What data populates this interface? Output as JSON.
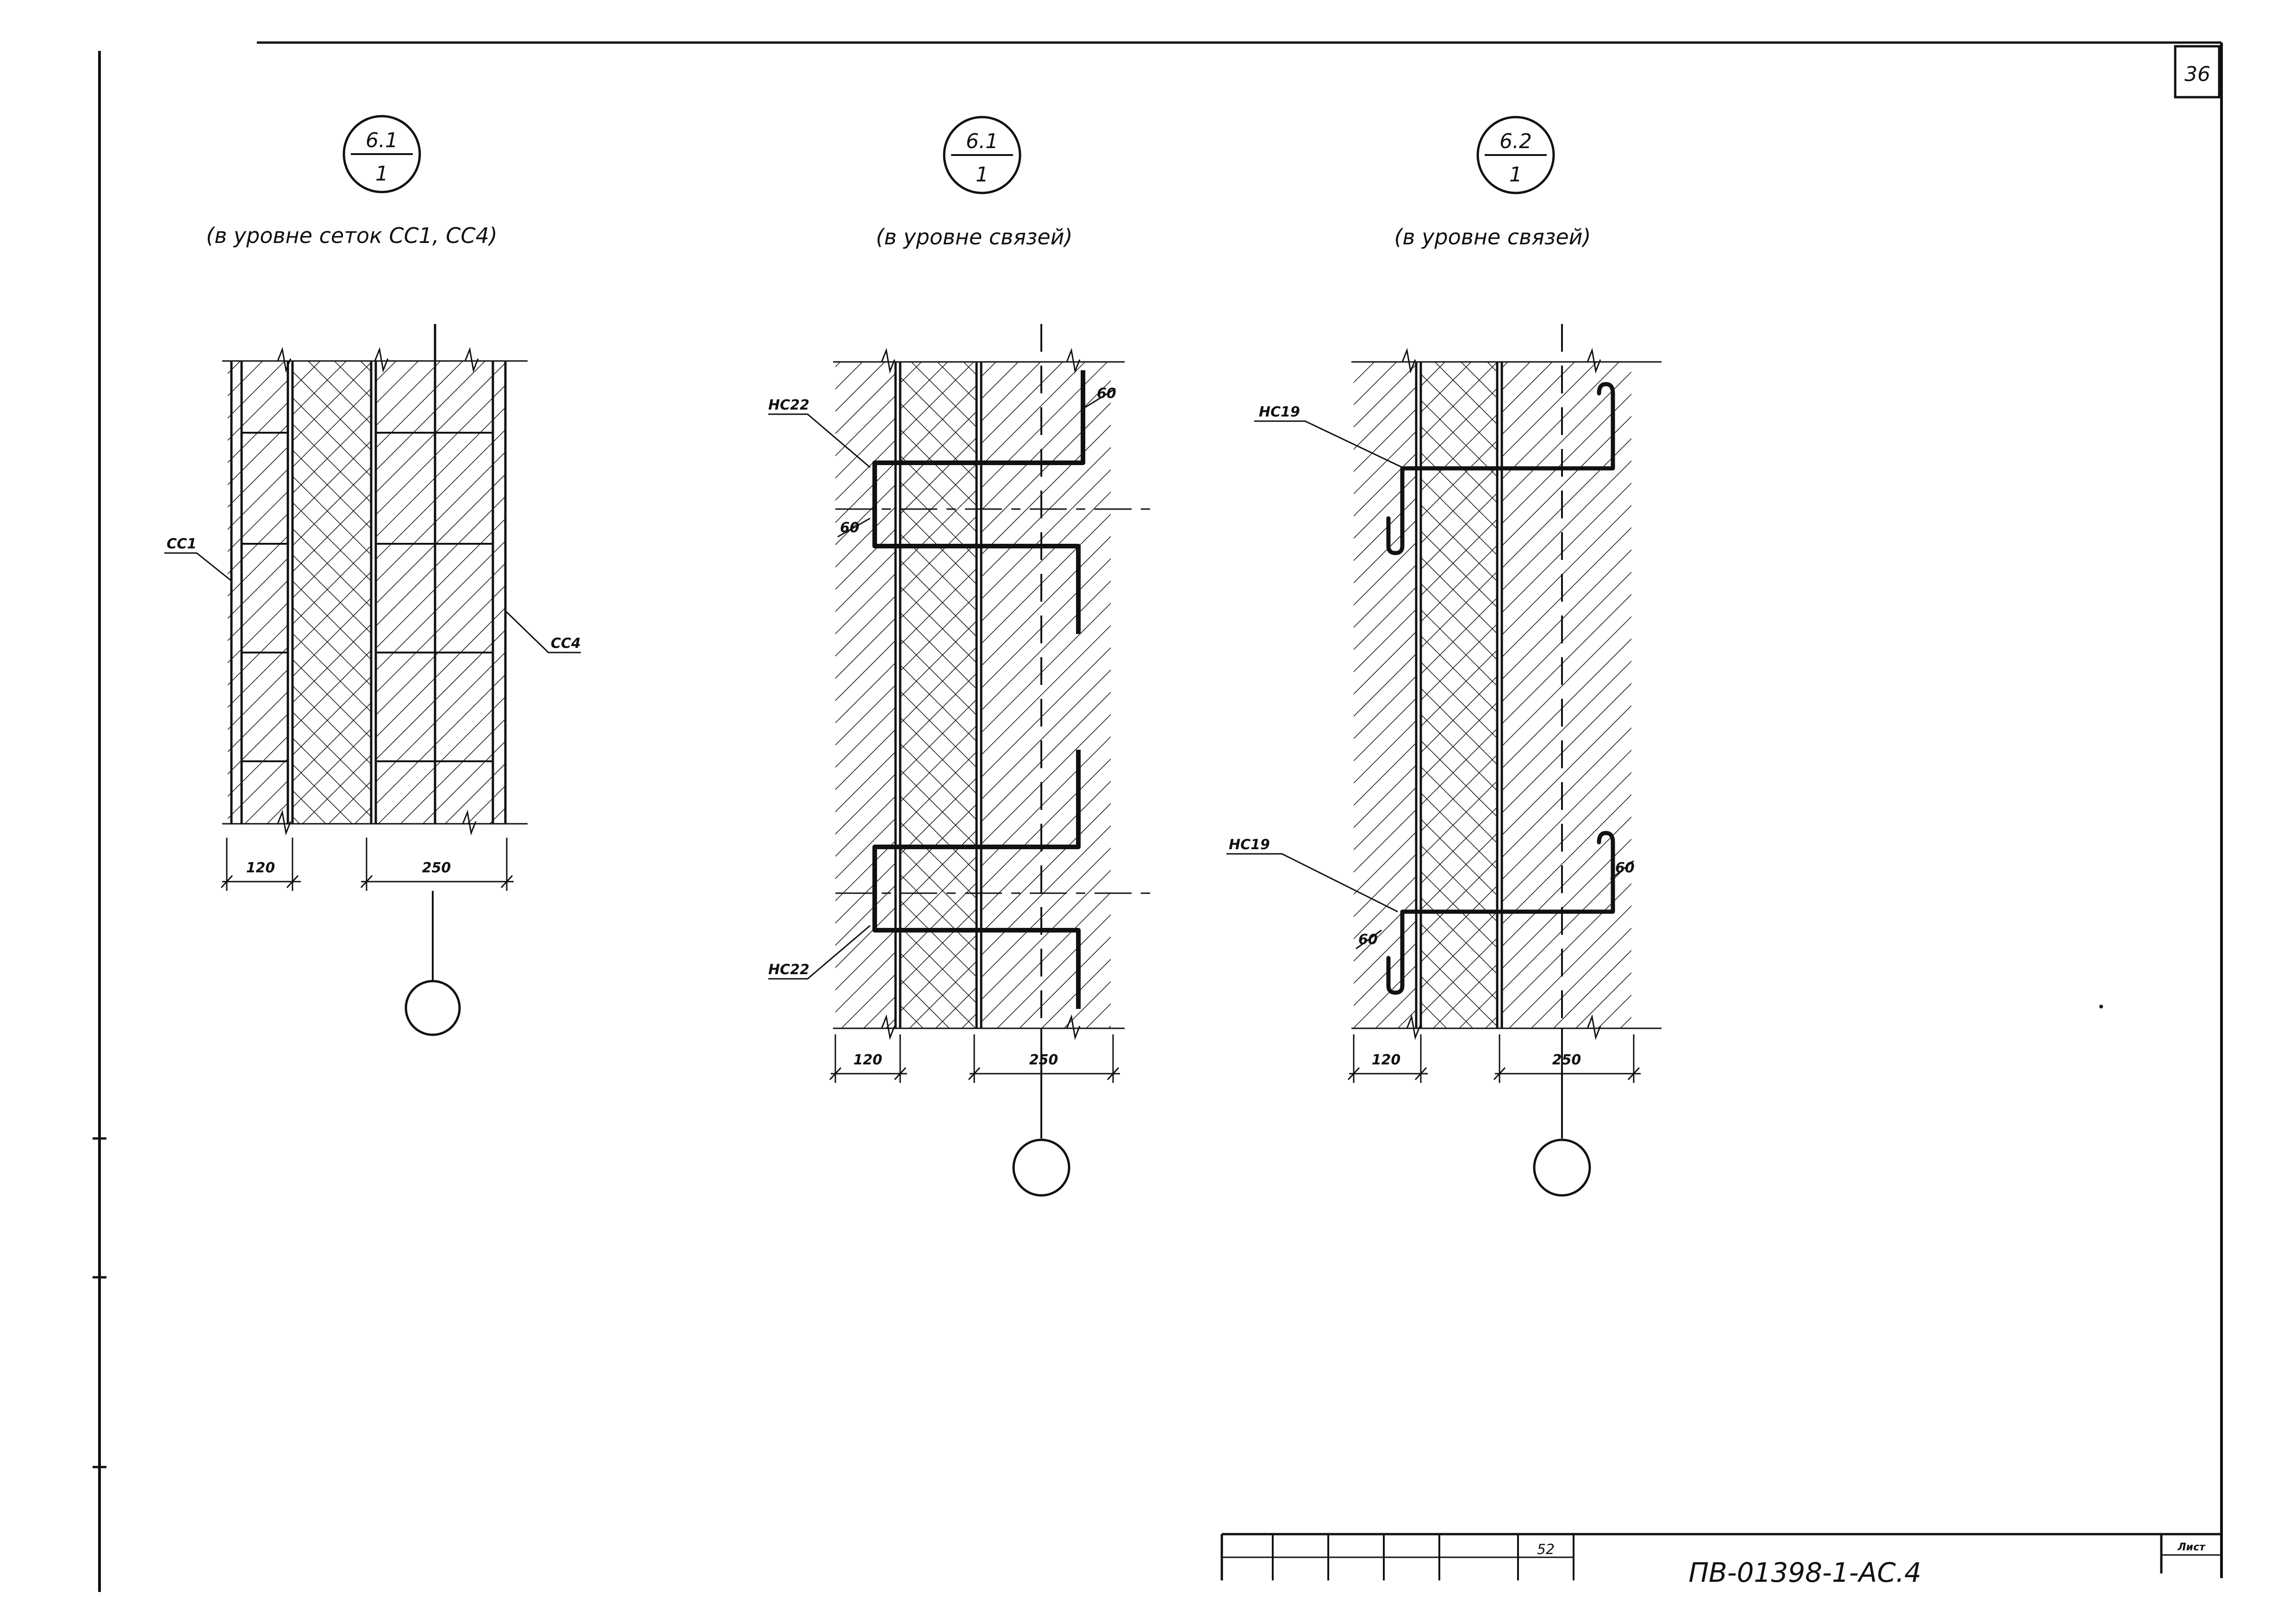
{
  "sheet": {
    "number": "36",
    "document_code": "ПВ-01398-1-АС.4",
    "sheet_label": "Лист",
    "small_mark": "52"
  },
  "details": [
    {
      "mark_top": "6.1",
      "mark_bottom": "1",
      "caption": "(в уровне сеток СС1, СС4)",
      "label_left": "СС1",
      "label_right": "СС4",
      "dim_left": "120",
      "dim_right": "250"
    },
    {
      "mark_top": "6.1",
      "mark_bottom": "1",
      "caption": "(в уровне связей)",
      "label_top": "НС22",
      "label_bottom": "НС22",
      "dim_hook_top": "60",
      "dim_hook_left": "60",
      "dim_left": "120",
      "dim_right": "250"
    },
    {
      "mark_top": "6.2",
      "mark_bottom": "1",
      "caption": "(в уровне связей)",
      "label_top": "НС19",
      "label_bottom": "НС19",
      "dim_hook_right": "60",
      "dim_hook_left": "60",
      "dim_left": "120",
      "dim_right": "250"
    }
  ],
  "colors": {
    "ink": "#111111",
    "paper": "#ffffff"
  }
}
